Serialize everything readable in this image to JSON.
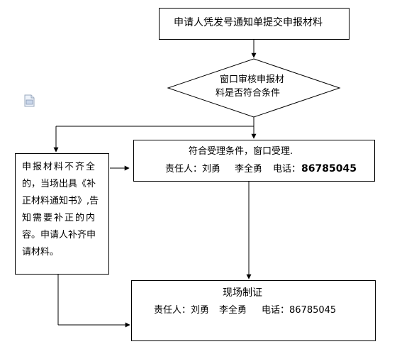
{
  "diagram": {
    "start": "申请人凭发号通知单提交申报材料",
    "decision": {
      "line1": "窗口审核申报材",
      "line2": "料是否符合条件"
    },
    "accept": {
      "line1": "符合受理条件，窗口受理.",
      "responsible_label": "责任人：刘勇",
      "responsible_second": "李全勇",
      "phone_label": "电话：",
      "phone": "86785045"
    },
    "reject": {
      "lines": [
        "申报材料不齐全",
        "的，当场出具《补",
        "正材料通知书》,告",
        "知需要补正的内",
        "容。申请人补齐申",
        "请材料。"
      ]
    },
    "certificate": {
      "title": "现场制证",
      "responsible_label": "责任人：刘勇",
      "responsible_second": "李全勇",
      "phone_label": "电话：",
      "phone": "86785045"
    }
  }
}
